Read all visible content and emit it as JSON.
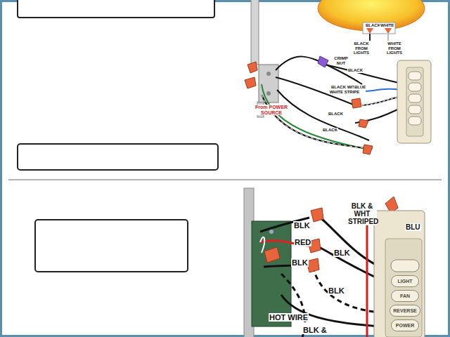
{
  "diagram": {
    "nodes": [
      {
        "text": [
          "LIGHT"
        ]
      },
      {
        "text": [
          "FAN"
        ]
      },
      {
        "text": [
          "REVERSE"
        ]
      },
      {
        "text": [
          "POWER"
        ]
      }
    ],
    "labels": [
      "BLACK",
      "WHITE",
      "BLACK FROM LIGHTS",
      "WHITE FROM LIGHTS",
      "CRIMP NUT",
      "BLACK",
      "BLACK WITH WHITE STRIPE",
      "BLUE",
      "From POWER SOURCE",
      "BLACK",
      "BLACK",
      "BLK & WHT STRIPED",
      "BLU",
      "BLK",
      "RED",
      "BLK",
      "BLK",
      "BLK",
      "HOT WIRE",
      "BLK &"
    ]
  }
}
